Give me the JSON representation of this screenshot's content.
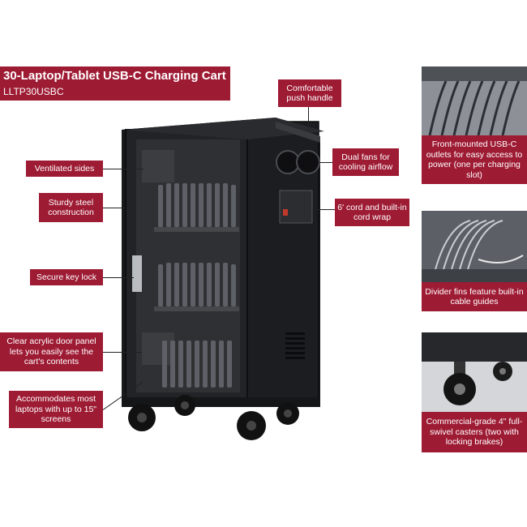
{
  "title": "30-Laptop/Tablet USB-C Charging Cart",
  "sku": "LLTP30USBC",
  "callouts": {
    "push_handle": "Comfortable push handle",
    "ventilated_sides": "Ventilated sides",
    "dual_fans": "Dual fans for cooling airflow",
    "sturdy_steel": "Sturdy steel construction",
    "cord": "6' cord and built-in cord wrap",
    "key_lock": "Secure key lock",
    "acrylic_door": "Clear acrylic door panel lets you easily see the cart's contents",
    "laptops": "Accommodates most laptops with up to 15\" screens",
    "usb_outlets": "Front-mounted USB-C outlets for easy access to power (one per charging slot)",
    "divider_fins": "Divider fins feature built-in cable guides",
    "casters": "Commercial-grade 4\" full-swivel casters (two with locking brakes)"
  },
  "colors": {
    "accent": "#9e1b34",
    "cart": "#1e1f21"
  }
}
